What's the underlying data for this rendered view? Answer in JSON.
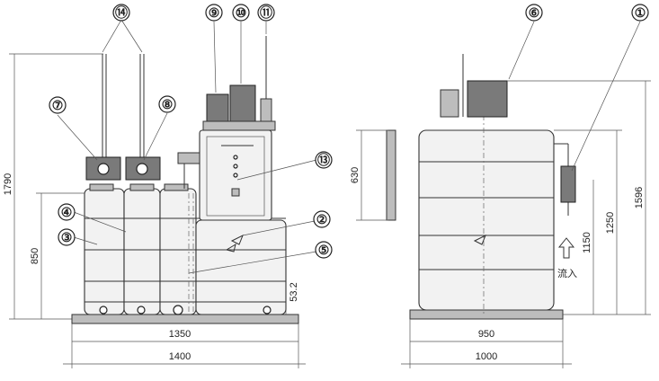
{
  "callouts": [
    "⑭",
    "⑨",
    "⑩",
    "⑪",
    "⑥",
    "①",
    "⑦",
    "⑧",
    "⑬",
    "④",
    "②",
    "③",
    "⑤"
  ],
  "dimensions": {
    "left_total_height": "1790",
    "left_tank_height": "850",
    "left_base_height": "53.2",
    "left_inner_width": "1350",
    "left_outer_width": "1400",
    "right_panel_height": "630",
    "right_inlet_height": "1150",
    "right_tank_height": "1250",
    "right_total_height": "1596",
    "right_inner_width": "950",
    "right_outer_width": "1000"
  },
  "labels": {
    "inflow": "流入"
  }
}
